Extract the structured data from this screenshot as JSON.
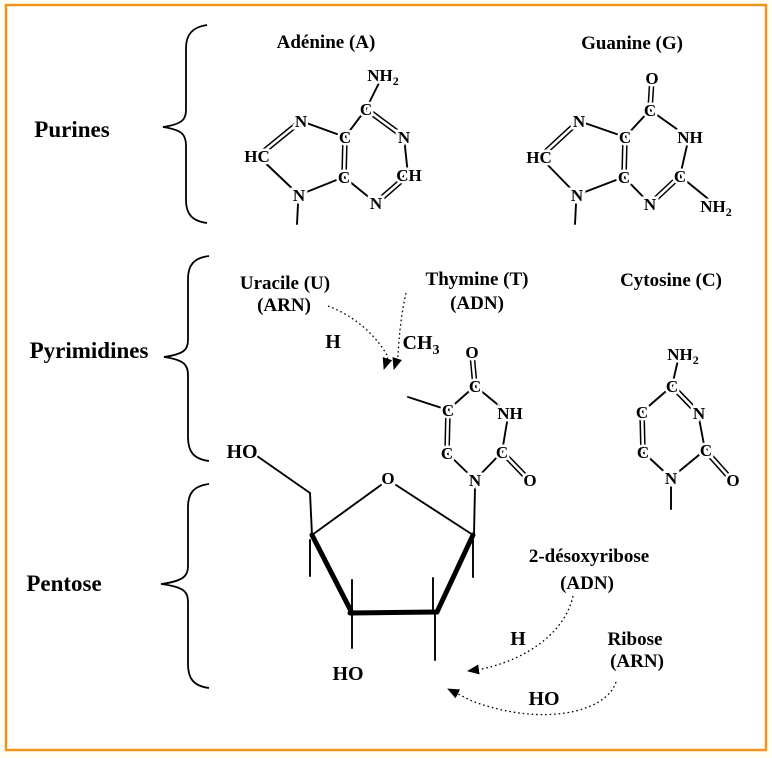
{
  "frame": {
    "border_color": "#F0941E",
    "outer_bg": "#FFFEF5",
    "inner_bg": "#FFFFFF",
    "ink": "#000000"
  },
  "sections": {
    "purines": "Purines",
    "pyrimidines": "Pyrimidines",
    "pentose": "Pentose"
  },
  "purines": {
    "adenine": {
      "title": "Adénine (A)",
      "atoms": {
        "nh2_base": "NH",
        "nh2_sub": "2",
        "c6": "C",
        "n1": "N",
        "c2": "CH",
        "n3": "N",
        "c4": "C",
        "c5": "C",
        "n7": "N",
        "c8": "HC",
        "n9": "N"
      }
    },
    "guanine": {
      "title": "Guanine (G)",
      "atoms": {
        "o6": "O",
        "c6": "C",
        "n1": "NH",
        "c2": "C",
        "n3": "N",
        "nh2_base": "NH",
        "nh2_sub": "2",
        "c4": "C",
        "c5": "C",
        "n7": "N",
        "c8": "HC",
        "n9": "N"
      }
    }
  },
  "pyrimidines": {
    "uracile_title": "Uracile (U)",
    "uracile_sub": "(ARN)",
    "thymine_title": "Thymine (T)",
    "thymine_sub": "(ADN)",
    "cytosine_title": "Cytosine (C)",
    "h_label": "H",
    "ch3_base": "CH",
    "ch3_sub": "3",
    "thymine_ring": {
      "atoms": {
        "o4": "O",
        "c4": "C",
        "n3": "NH",
        "c2": "C",
        "o2": "O",
        "n1": "N",
        "c6": "C",
        "c5": "C"
      }
    },
    "cytosine_ring": {
      "atoms": {
        "nh2_base": "NH",
        "nh2_sub": "2",
        "c4": "C",
        "n3": "N",
        "c2": "C",
        "o2": "O",
        "n1": "N",
        "c6": "C",
        "c5": "C"
      }
    }
  },
  "pentose": {
    "ho_top": "HO",
    "ring_o": "O",
    "ho_bottom": "HO",
    "desoxyribose_title": "2-désoxyribose",
    "desoxyribose_sub": "(ADN)",
    "h_label": "H",
    "ribose_title": "Ribose",
    "ribose_sub": "(ARN)",
    "ho_label": "HO"
  }
}
